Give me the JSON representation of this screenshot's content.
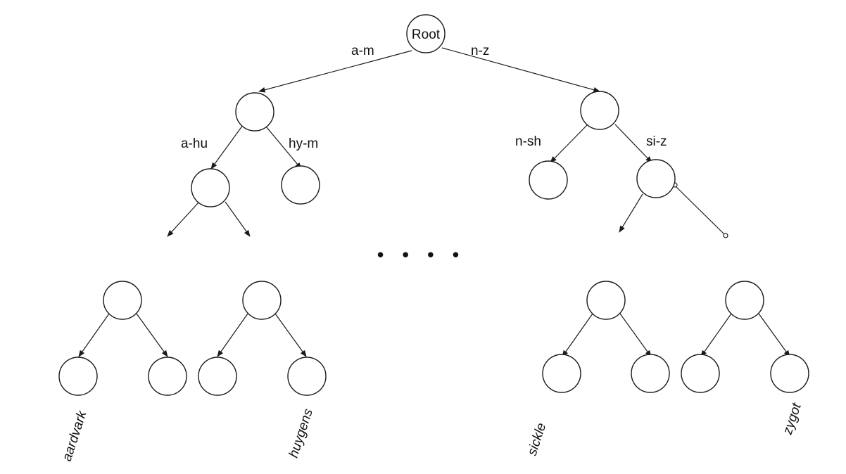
{
  "root": {
    "label": "Root"
  },
  "edges": {
    "root_left": "a-m",
    "root_right": "n-z",
    "am_left": "a-hu",
    "am_right": "hy-m",
    "nz_left": "n-sh",
    "nz_right": "si-z"
  },
  "ellipsis": "• • • •",
  "leaves": {
    "first": "aardvark",
    "second": "huygens",
    "third": "sickle",
    "fourth": "zygot"
  }
}
